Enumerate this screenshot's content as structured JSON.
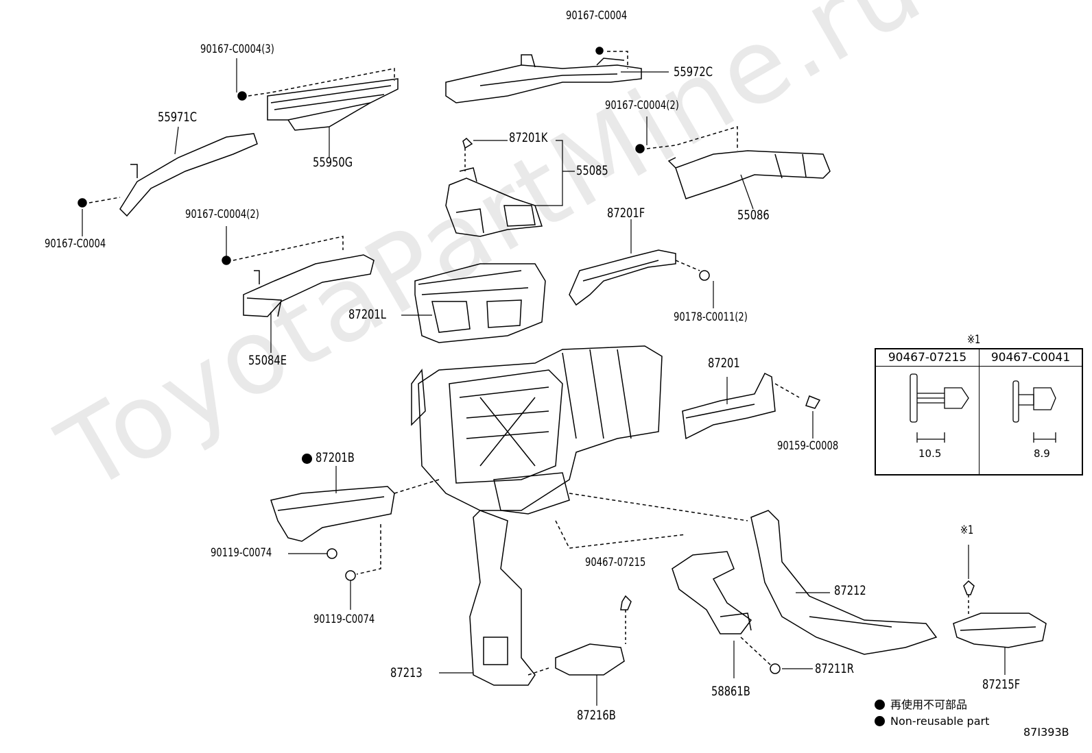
{
  "watermark": "ToyotaPartMine.ru",
  "labels": {
    "p90167_top": "90167-C0004",
    "p55972C": "55972C",
    "p90167_3": "90167-C0004(3)",
    "p55971C": "55971C",
    "p55950G": "55950G",
    "p87201K": "87201K",
    "p55085": "55085",
    "p90167_2a": "90167-C0004(2)",
    "p55086": "55086",
    "p90167_left": "90167-C0004",
    "p90167_2b": "90167-C0004(2)",
    "p87201F": "87201F",
    "p87201L": "87201L",
    "p90178": "90178-C0011(2)",
    "p55084E": "55084E",
    "p87201": "87201",
    "p90159": "90159-C0008",
    "p87201B": "87201B",
    "p90119a": "90119-C0074",
    "p90119b": "90119-C0074",
    "p90467": "90467-07215",
    "p87212": "87212",
    "note1": "※1",
    "p87213": "87213",
    "p87211R": "87211R",
    "p58861B": "58861B",
    "p87215F": "87215F",
    "p87216B": "87216B"
  },
  "inset": {
    "title": "※1",
    "col1": "90467-07215",
    "col2": "90467-C0041",
    "dim1": "10.5",
    "dim2": "8.9"
  },
  "legend": {
    "jp": "再使用不可部品",
    "en": "Non-reusable part"
  },
  "figure_code": "87I393B"
}
